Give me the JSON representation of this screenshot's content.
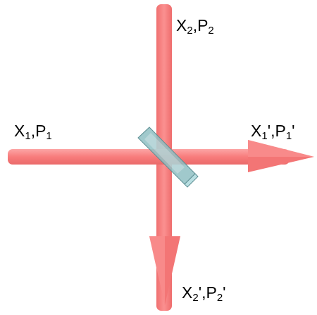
{
  "colors": {
    "beam": "#f87c7c",
    "beam_highlight": "#fca6a6",
    "beam_shadow": "#e86262",
    "splitter_face": "#8fbfc3",
    "splitter_side": "#b9dfe2",
    "splitter_edge": "#5e8f94",
    "label": "#000000"
  },
  "labels": {
    "input_1": {
      "a": "X",
      "a_sub": "1",
      "sep": ",",
      "b": "P",
      "b_sub": "1",
      "prime": ""
    },
    "input_2": {
      "a": "X",
      "a_sub": "2",
      "sep": ",",
      "b": "P",
      "b_sub": "2",
      "prime": ""
    },
    "output_1": {
      "a": "X",
      "a_sub": "1",
      "a_prime": "'",
      "sep": ",",
      "b": "P",
      "b_sub": "1",
      "prime": "'"
    },
    "output_2": {
      "a": "X",
      "a_sub": "2",
      "a_prime": "'",
      "sep": ",",
      "b": "P",
      "b_sub": "2",
      "prime": "'"
    }
  }
}
